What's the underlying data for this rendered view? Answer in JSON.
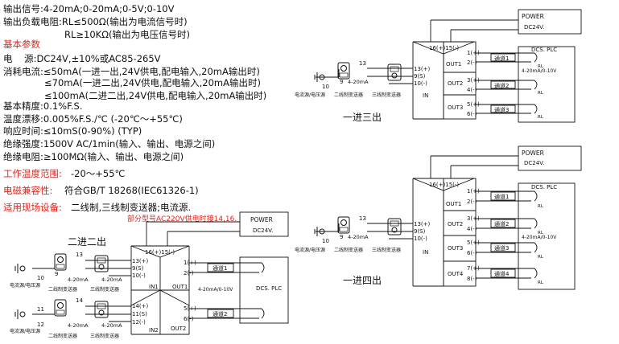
{
  "specs": {
    "output_signal": "输出信号:4-20mA;0-20mA;0-5V;0-10V",
    "load_1": "输出负载电阻:RL≤500Ω(输出为电流信号时)",
    "load_2": "RL≥10KΩ(输出为电压信号时)",
    "basic_title": "基本参数",
    "power": "电    源:DC24V,±10%或AC85-265V",
    "consumption_1": "消耗电流:≤50mA(一进一出,24V供电,配电输入,20mA输出时)",
    "consumption_2": "≤70mA(一进二出,24V供电,配电输入,20mA输出时)",
    "consumption_3": "≤100mA(二进二出,24V供电,配电输入,20mA输出时)",
    "accuracy": "基本精度:0.1%F.S.",
    "drift": "温度漂移:0.005%F.S./℃ (-20℃～+55℃)",
    "response": "响应时间:≤10mS(0-90%) (TYP)",
    "insulation_strength": "绝缘强度:1500V AC/1min(输入、输出、电源之间)",
    "insulation_resistance": "绝缘电阻:≥100MΩ(输入、输出、电源之间)",
    "temp_label": "工作温度范围:",
    "temp_value": "-20～+55℃",
    "emc_label": "电磁兼容性:",
    "emc_value": "符合GB/T 18268(IEC61326-1)",
    "field_label": "适用现场设备:",
    "field_value": "二线制,三线制变送器;电流源.",
    "note": "部分型号AC220V供电时接14,16."
  },
  "labels": {
    "power": "POWER",
    "dc24v": "DC24V.",
    "dcs_plc": "DCS. PLC",
    "dcs_plc2": "DCS. PLC",
    "term_16_15": "16(+)15(-)",
    "rl": "RL",
    "in": "IN",
    "in1": "IN1",
    "in2": "IN2",
    "out1": "OUT1",
    "out2": "OUT2",
    "out3": "OUT3",
    "out4": "OUT4",
    "ch1": "通道1",
    "ch2": "通道2",
    "ch3": "通道3",
    "ch4": "通道4",
    "range_a": "4-20mA/0-10V",
    "ma": "4-20mA",
    "src": "电流源/电压源",
    "two_wire": "二线制变送器",
    "three_wire": "三线制变送器",
    "t13": "13(+)",
    "t9": "9(S)",
    "t10": "10(-)",
    "t14": "14(+)",
    "t11": "11(S)",
    "t12": "12(-)",
    "o1": "1(+)",
    "o2": "2(-)",
    "o3": "3(+)",
    "o4": "4(-)",
    "o5": "5(+)",
    "o6": "6(-)",
    "o7": "7(+)",
    "o8": "8(-)",
    "n13": "13",
    "n9": "9",
    "n10": "10",
    "n14": "14",
    "n11": "11",
    "n12": "12",
    "plus": "+",
    "minus": "-"
  },
  "titles": {
    "one_in_three_out": "一进三出",
    "two_in_two_out": "二进二出",
    "one_in_four_out": "一进四出"
  },
  "colors": {
    "accent": "#e0241b",
    "line": "#111111"
  }
}
